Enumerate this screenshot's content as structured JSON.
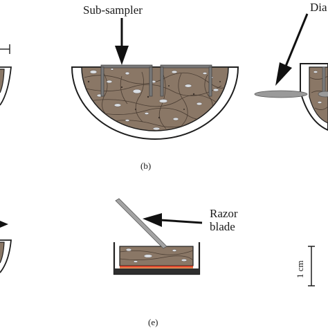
{
  "labels": {
    "sub_sampler": "Sub-sampler",
    "diameter_partial": "Dia",
    "razor_blade_line1": "Razor",
    "razor_blade_line2": "blade",
    "panel_b": "(b)",
    "panel_e": "(e)",
    "scale_bar": "1 cm"
  },
  "colors": {
    "sediment_fill": "#8a7766",
    "sediment_dark": "#5e4f44",
    "inclusion": "#d9dde2",
    "container_line": "#1e1e1e",
    "sampler_pin": "#777777",
    "blade": "#9a9a9a",
    "red_layer": "#d6442c",
    "orange_layer": "#f0a060",
    "dark_base": "#3a3a3a"
  }
}
